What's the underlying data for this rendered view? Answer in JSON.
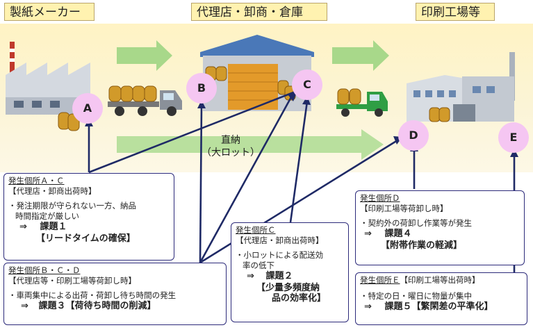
{
  "stages": {
    "maker": "製紙メーカー",
    "distributor": "代理店・卸商・倉庫",
    "printer": "印刷工場等"
  },
  "points": {
    "a": "A",
    "b": "B",
    "c": "C",
    "d": "D",
    "e": "E"
  },
  "direct": {
    "line1": "直納",
    "line2": "（大ロット）"
  },
  "boxes": {
    "ac": {
      "title": "発生個所Ａ・Ｃ",
      "sub": "【代理店・卸商出荷時】",
      "body1": "・発注期限が守られない一方、納品",
      "body2": "時間指定が厳しい",
      "arrow": "⇒",
      "issue": "課題１",
      "issue_name": "【リードタイムの確保】"
    },
    "bcd": {
      "title": "発生個所Ｂ・Ｃ・Ｄ",
      "sub": "【代理店等・印刷工場等荷卸し時】",
      "body1": "・車両集中による出荷・荷卸し待ち時間の発生",
      "arrow": "⇒",
      "issue": "課題３【荷待ち時間の削減】"
    },
    "c": {
      "title": "発生個所Ｃ",
      "sub": "【代理店・卸商出荷時】",
      "body1": "・小ロットによる配送効",
      "body2": "率の低下",
      "arrow": "⇒",
      "issue": "課題２",
      "issue_name1": "【少量多頻度納",
      "issue_name2": "品の効率化】"
    },
    "d": {
      "title": "発生個所Ｄ",
      "sub": "【印刷工場等荷卸し時】",
      "body1": "・契約外の荷卸し作業等が発生",
      "arrow": "⇒",
      "issue": "課題４",
      "issue_name": "【附帯作業の軽減】"
    },
    "e": {
      "title": "発生個所Ｅ",
      "sub": "【印刷工場等出荷時】",
      "body1": "・特定の日・曜日に物量が集中",
      "arrow": "⇒",
      "issue": "課題５【繁閑差の平準化】"
    }
  },
  "colors": {
    "band": "#fbf4d6",
    "arrow_green": "#a8d88a",
    "line": "#1f2a66",
    "circle": "#f5c6f2",
    "box_border": "#2c2a7a"
  }
}
